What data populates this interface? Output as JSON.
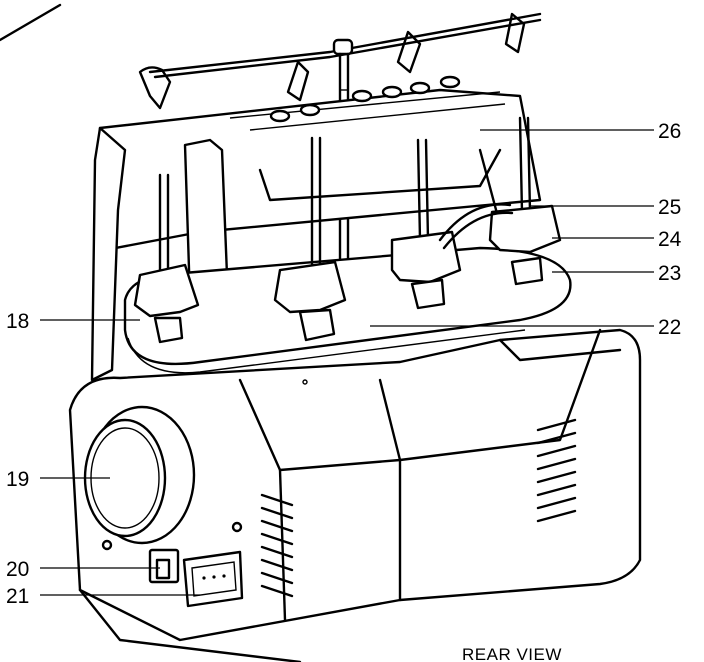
{
  "figure": {
    "caption": "REAR VIEW"
  },
  "callouts": {
    "c18": "18",
    "c19": "19",
    "c20": "20",
    "c21": "21",
    "c22": "22",
    "c23": "23",
    "c24": "24",
    "c25": "25",
    "c26": "26"
  },
  "icons": {
    "spool_pin": "spool-pin-icon",
    "thread_guide": "thread-guide-icon",
    "handwheel": "handwheel-icon",
    "power_switch": "power-switch-icon",
    "socket": "socket-icon",
    "vent": "vent-grille-icon"
  }
}
